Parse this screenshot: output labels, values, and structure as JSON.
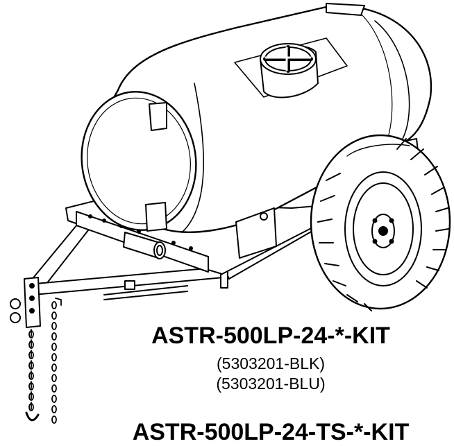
{
  "document": {
    "kit_title": "ASTR-500LP-24-*-KIT",
    "part_numbers": [
      "(5303201-BLK)",
      "(5303201-BLU)"
    ],
    "kit_title_2": "ASTR-500LP-24-TS-*-KIT"
  },
  "colors": {
    "ink": "#000000",
    "paper": "#ffffff"
  }
}
